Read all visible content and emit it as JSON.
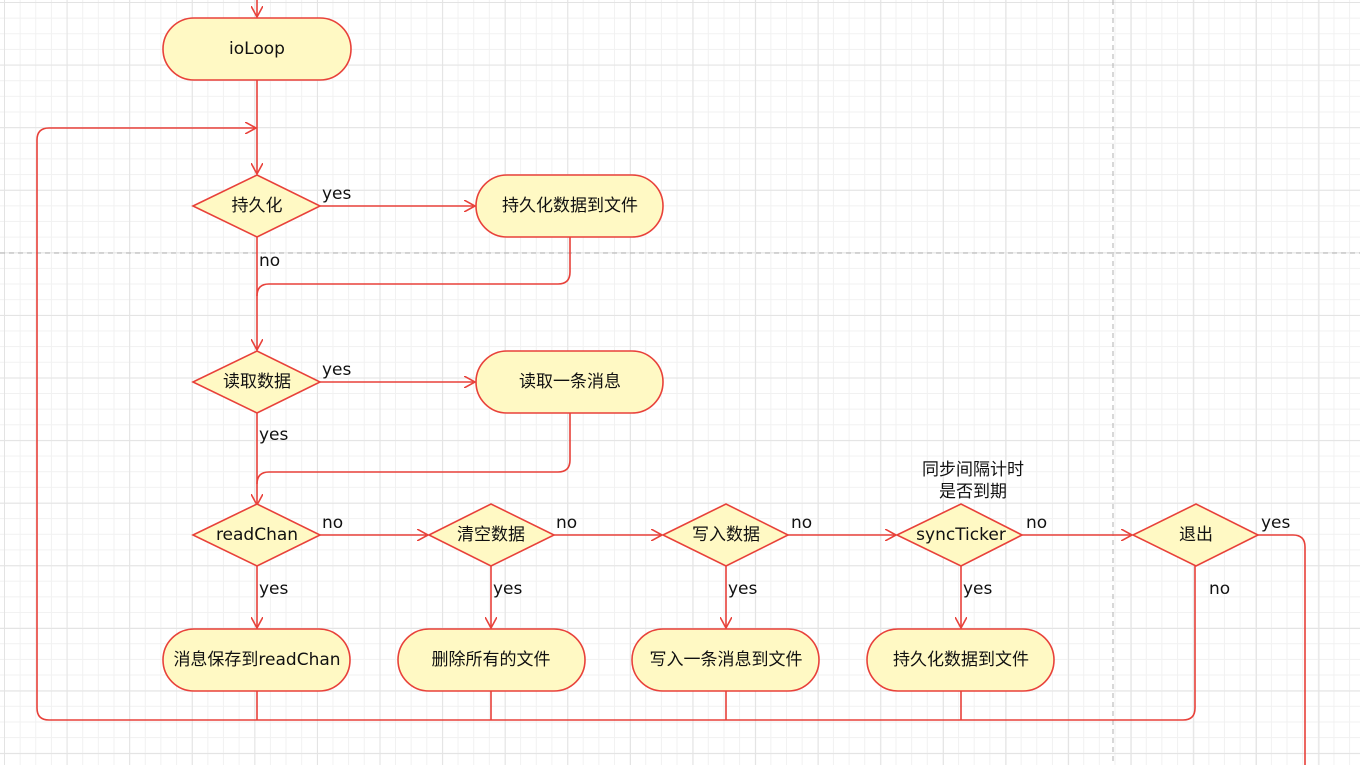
{
  "diagram": {
    "type": "flowchart",
    "colors": {
      "stroke": "#e8413a",
      "fill": "#fff9c4",
      "text": "#111111",
      "page_break": "#c0c0c0"
    },
    "nodes": {
      "ioloop": {
        "label": "ioLoop",
        "shape": "terminal"
      },
      "persist_q": {
        "label": "持久化",
        "shape": "decision"
      },
      "persist_do": {
        "label": "持久化数据到文件",
        "shape": "terminal"
      },
      "read_q": {
        "label": "读取数据",
        "shape": "decision"
      },
      "read_do": {
        "label": "读取一条消息",
        "shape": "terminal"
      },
      "readchan_q": {
        "label": "readChan",
        "shape": "decision"
      },
      "readchan_do": {
        "label": "消息保存到readChan",
        "shape": "terminal"
      },
      "empty_q": {
        "label": "清空数据",
        "shape": "decision"
      },
      "empty_do": {
        "label": "删除所有的文件",
        "shape": "terminal"
      },
      "write_q": {
        "label": "写入数据",
        "shape": "decision"
      },
      "write_do": {
        "label": "写入一条消息到文件",
        "shape": "terminal"
      },
      "sync_q": {
        "label": "syncTicker",
        "shape": "decision"
      },
      "sync_note_1": {
        "label": "同步间隔计时"
      },
      "sync_note_2": {
        "label": "是否到期"
      },
      "sync_do": {
        "label": "持久化数据到文件",
        "shape": "terminal"
      },
      "exit_q": {
        "label": "退出",
        "shape": "decision"
      }
    },
    "edge_labels": {
      "persist_yes": "yes",
      "persist_no": "no",
      "read_yes_right": "yes",
      "read_yes_down": "yes",
      "readchan_no": "no",
      "readchan_yes": "yes",
      "empty_no": "no",
      "empty_yes": "yes",
      "write_no": "no",
      "write_yes": "yes",
      "sync_no": "no",
      "sync_yes": "yes",
      "exit_yes": "yes",
      "exit_no": "no"
    }
  }
}
